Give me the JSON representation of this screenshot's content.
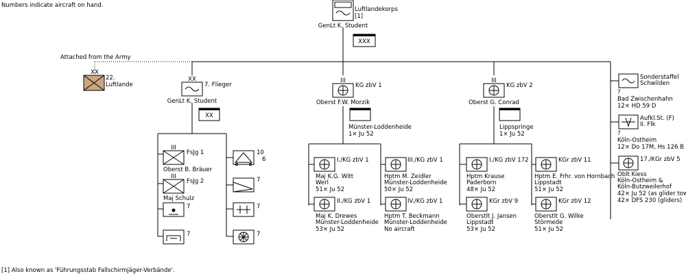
{
  "header_note": "Numbers indicate aircraft on hand.",
  "footnote": "[1] Also known as 'Führungsstab Fallschirmjäger-Verbände'.",
  "attached_label": "Attached from the Army",
  "colors": {
    "army_unit_fill": "#c8a882",
    "bar": "#000000"
  },
  "hq": {
    "name": "Luftlandekorps",
    "ref": "[1]",
    "commander": "GenLt K. Student",
    "size": "XXX"
  },
  "army": {
    "name_1": "22.",
    "name_2": "Luftlande",
    "size": "XX"
  },
  "flieger": {
    "name": "7. Flieger",
    "commander": "GenLt K. Student",
    "size": "XX",
    "echelon": "III"
  },
  "fsjg1": {
    "name": "FsJg 1",
    "commander": "Oberst B. Bräuer"
  },
  "fsjg2": {
    "name": "FsJg 2",
    "commander": "Maj Schulz"
  },
  "sup": {
    "a": "7",
    "b": "7",
    "c": "10",
    "c2": "6",
    "d": "7",
    "e": "7",
    "f": "7"
  },
  "kg1": {
    "name": "KG zbV 1",
    "commander": "Oberst F.W. Morzik",
    "base": "Münster-Loddenheide",
    "aircraft": "1× Ju 52",
    "g1": {
      "name": "I./KG zbV 1",
      "cmd": "Maj K.G. Witt",
      "base": "Werl",
      "ac": "51× Ju 52"
    },
    "g2": {
      "name": "II./KG zbV 1",
      "cmd": "Maj K. Drewes",
      "base": "Münster-Loddenheide",
      "ac": "53× Ju 52"
    },
    "g3": {
      "name": "III./KG zbV 1",
      "cmd": "Hptm M. Zeidler",
      "base": "Münster-Loddenheide",
      "ac": "50× Ju 52"
    },
    "g4": {
      "name": "IV./KG zbV 1",
      "cmd": "Hptm T. Beckmann",
      "base": "Münster-Loddenheide",
      "ac": "No aircraft"
    }
  },
  "kg2": {
    "name": "KG zbV 2",
    "commander": "Oberst G. Conrad",
    "base": "Lippspringe",
    "aircraft": "1× Ju 52",
    "g1": {
      "name": "I./KG zbV 172",
      "cmd": "Hptm Krause",
      "base": "Paderborn",
      "ac": "48× Ju 52"
    },
    "g2": {
      "name": "KGr zbV 9",
      "cmd": "Oberstlt J. Jansen",
      "base": "Lippstadt",
      "ac": "53× Ju 52"
    },
    "g3": {
      "name": "KGr zbV 11",
      "cmd": "Hptm E. Frhr. von Hornbach",
      "base": "Lippstadt",
      "ac": "51× Ju 52"
    },
    "g4": {
      "name": "KGr zbV 12",
      "cmd": "Oberstlt G. Wilke",
      "base": "Störmede",
      "ac": "51× Ju 52"
    }
  },
  "right": {
    "s1_name": "Sonderstaffel",
    "s1_name2": "Schwilden",
    "s1_q": "?",
    "s1_base": "Bad Zwischenhahn",
    "s1_ac": "12× HD 59 D",
    "s2_name": "Aufkl.St. (F)",
    "s2_name2": "II. Flk",
    "s2_q": "?",
    "s2_base": "Köln-Ostheim",
    "s2_ac": "12× Do 17M, Hs 126 B",
    "s3_name": "17./KGr zbV 5",
    "s3_cmd": "Oblt Kiess",
    "s3_base1": "Köln-Ostheim &",
    "s3_base2": "Köln-Butzweilerhof",
    "s3_ac1": "42× Ju 52 (as glider tows)",
    "s3_ac2": "42× DFS 230 (gliders)"
  }
}
